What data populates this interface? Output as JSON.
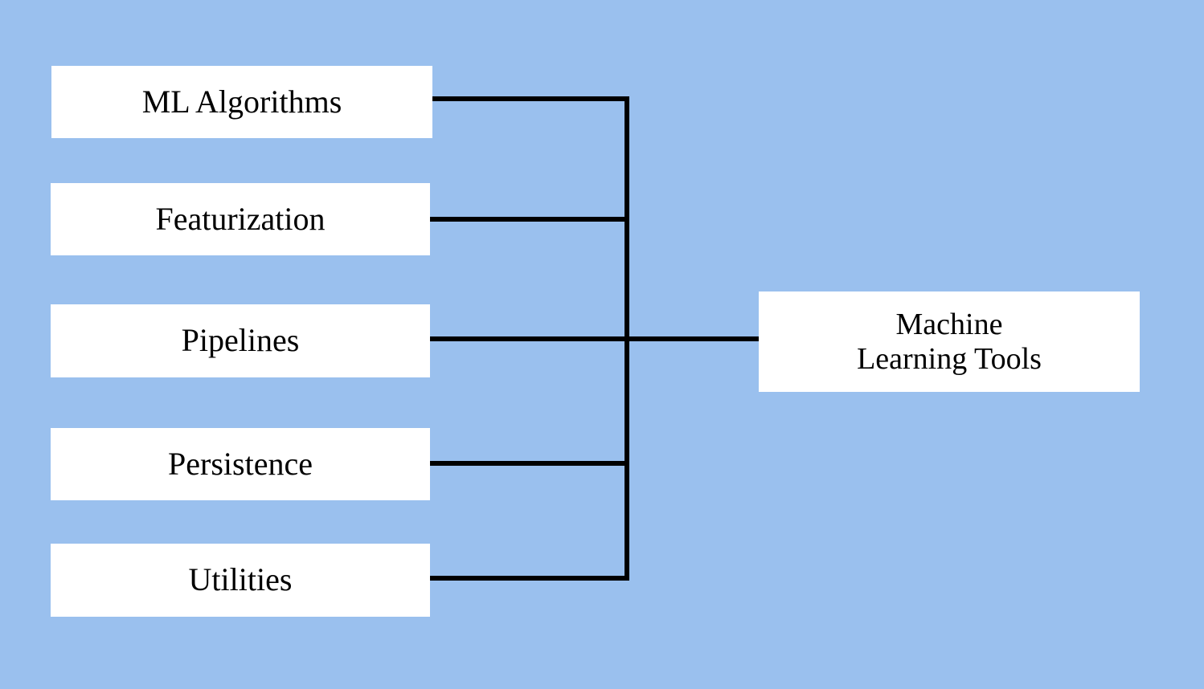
{
  "diagram": {
    "type": "tree-right-to-left",
    "title": "Machine Learning Tools",
    "background_color": "#9ac0ee",
    "node_fill_color": "#ffffff",
    "connector_color": "#000000",
    "root": {
      "label": "Machine\nLearning Tools",
      "line1": "Machine",
      "line2": "Learning Tools"
    },
    "children": [
      {
        "label": "ML Algorithms"
      },
      {
        "label": "Featurization"
      },
      {
        "label": "Pipelines"
      },
      {
        "label": "Persistence"
      },
      {
        "label": "Utilities"
      }
    ]
  }
}
